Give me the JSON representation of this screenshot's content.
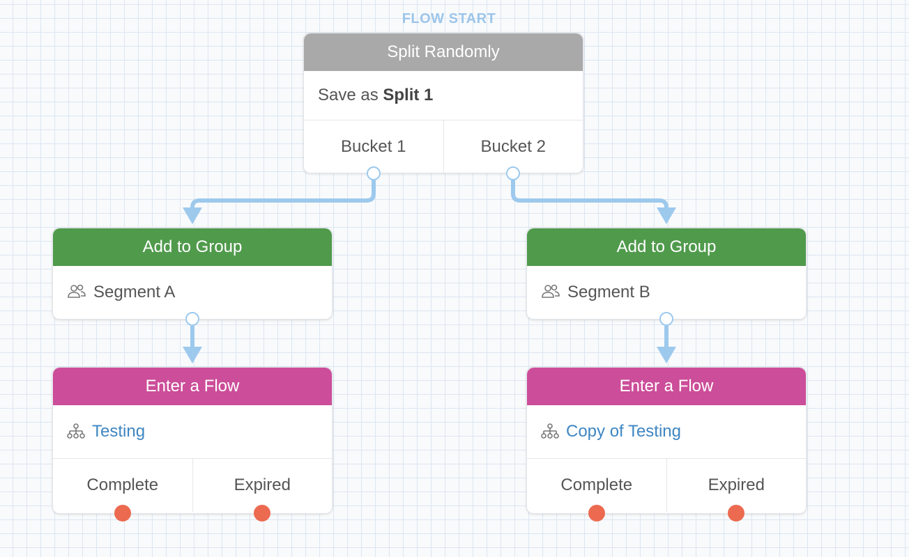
{
  "flow_start_label": "FLOW START",
  "split_node": {
    "title": "Split Randomly",
    "save_as_prefix": "Save as",
    "save_as_name": "Split 1",
    "buckets": [
      "Bucket 1",
      "Bucket 2"
    ],
    "header_color": "#a9a9a9"
  },
  "group_nodes": [
    {
      "title": "Add to Group",
      "icon": "group-icon",
      "label": "Segment A",
      "header_color": "#509a4c"
    },
    {
      "title": "Add to Group",
      "icon": "group-icon",
      "label": "Segment B",
      "header_color": "#509a4c"
    }
  ],
  "flow_nodes": [
    {
      "title": "Enter a Flow",
      "icon": "flow-icon",
      "label": "Testing",
      "exits": [
        "Complete",
        "Expired"
      ],
      "header_color": "#cc4d99"
    },
    {
      "title": "Enter a Flow",
      "icon": "flow-icon",
      "label": "Copy of Testing",
      "exits": [
        "Complete",
        "Expired"
      ],
      "header_color": "#cc4d99"
    }
  ],
  "colors": {
    "connector": "#9dc9ed",
    "exit_dot": "#ec6a50",
    "link": "#3f86c2",
    "flow_start": "#9cc5ea"
  }
}
